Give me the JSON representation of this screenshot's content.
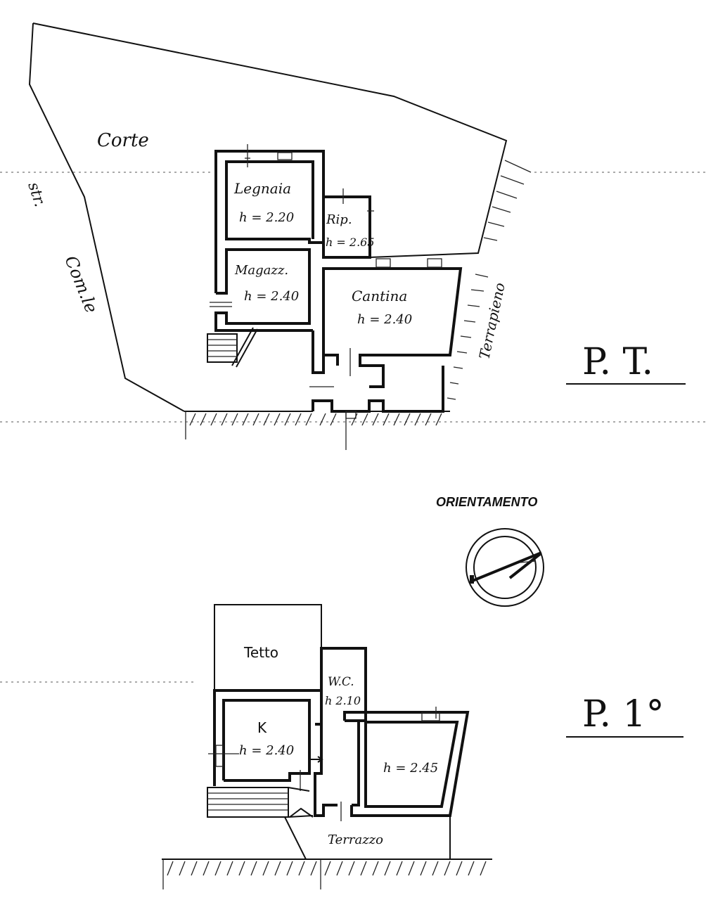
{
  "ground_floor": {
    "plan_title": "P. T.",
    "courtyard_label": "Corte",
    "street_label_1": "str.",
    "street_label_2": "Com.le",
    "embankment_label": "Terrapieno",
    "rooms": [
      {
        "name": "Legnaia",
        "height": "h = 2.20"
      },
      {
        "name": "Rip.",
        "height": "h = 2.65"
      },
      {
        "name": "Magazz.",
        "height": "h = 2.40"
      },
      {
        "name": "Cantina",
        "height": "h = 2.40"
      }
    ]
  },
  "orientation": {
    "label": "ORIENTAMENTO"
  },
  "first_floor": {
    "plan_title": "P. 1°",
    "rooms": [
      {
        "name": "Tetto",
        "height": ""
      },
      {
        "name": "W.C.",
        "height": "h 2.10"
      },
      {
        "name": "K",
        "height": "h = 2.40"
      },
      {
        "name": "",
        "height": "h = 2.45"
      }
    ],
    "terrace_label": "Terrazzo"
  }
}
